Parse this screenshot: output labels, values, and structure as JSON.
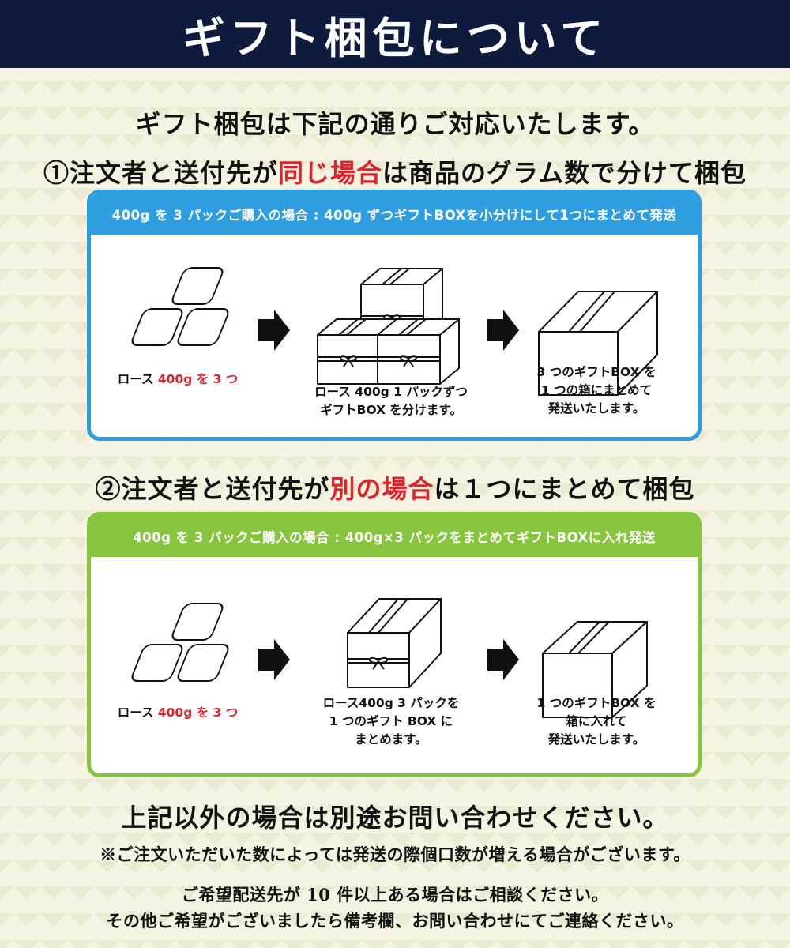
{
  "header": {
    "title": "ギフト梱包について"
  },
  "intro": "ギフト梱包は下記の通りご対応いたします。",
  "section1": {
    "title_pre": "①注文者と送付先が",
    "title_red": "同じ場合",
    "title_post": "は商品のグラム数で分けて梱包",
    "panel_header": "400g を 3 パックご購入の場合 : 400g ずつギフトBOXを小分けにして1つにまとめて発送",
    "step1_prefix": "ロース ",
    "step1_red": "400g を 3 つ",
    "step2_line1": "ロース 400g 1 パックずつ",
    "step2_line2": "ギフトBOX を分けます。",
    "step3_line1": "3 つのギフトBOX を",
    "step3_line2": "1 つの箱にまとめて",
    "step3_line3": "発送いたします。"
  },
  "section2": {
    "title_pre": "②注文者と送付先が",
    "title_red": "別の場合",
    "title_post": "は１つにまとめて梱包",
    "panel_header": "400g を 3 パックご購入の場合 : 400g×3 パックをまとめてギフトBOXに入れ発送",
    "step1_prefix": "ロース ",
    "step1_red": "400g を 3 つ",
    "step2_line1": "ロース400g 3 パックを",
    "step2_line2": "1 つのギフト BOX に",
    "step2_line3": "まとめます。",
    "step3_line1": "1 つのギフトBOX を",
    "step3_line2": "箱に入れて",
    "step3_line3": "発送いたします。"
  },
  "footer": {
    "main": "上記以外の場合は別途お問い合わせください。",
    "note1": "※ご注文いただいた数によっては発送の際個口数が増える場合がございます。",
    "note2": "ご希望配送先が 10 件以上ある場合はご相談ください。",
    "note3": "その他ご希望がございましたら備考欄、お問い合わせにてご連絡ください。"
  },
  "colors": {
    "header_bg": "#0f1b3d",
    "accent_red": "#d8262c",
    "panel1": "#2f9ee0",
    "panel2": "#86c53d"
  },
  "icons": [
    "meat-pack-icon",
    "arrow-right-icon",
    "gift-box-icon",
    "shipping-box-icon"
  ]
}
